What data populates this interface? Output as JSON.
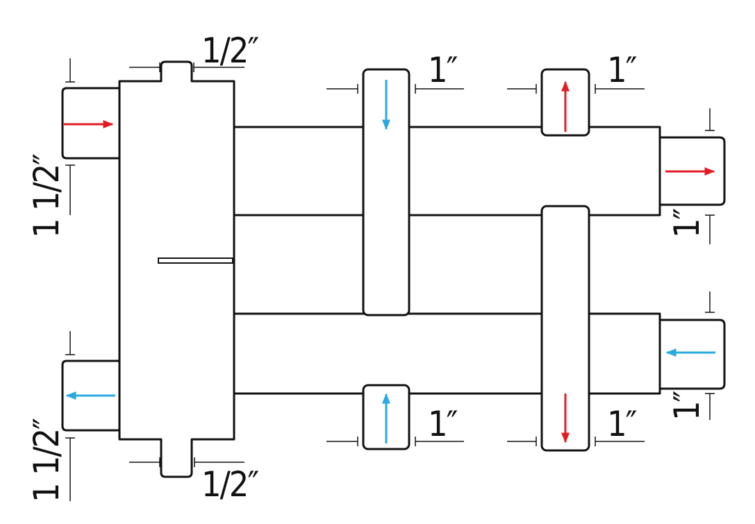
{
  "diagram": {
    "labels": {
      "top_left_small_port": "1/2″",
      "bottom_left_small_port": "1/2″",
      "left_upper_inlet": "1 1/2″",
      "left_lower_outlet": "1 1/2″",
      "branch_1_top": "1″",
      "branch_2_top": "1″",
      "branch_1_bottom": "1″",
      "branch_2_bottom": "1″",
      "right_upper_outlet": "1″",
      "right_lower_inlet": "1″"
    },
    "colors": {
      "hot_flow": "#e41b23",
      "cold_flow": "#29a9e0",
      "outline": "#111111",
      "background": "#ffffff"
    },
    "flow_arrows": [
      {
        "name": "left-upper-inlet-arrow",
        "direction": "right",
        "color": "hot"
      },
      {
        "name": "left-lower-outlet-arrow",
        "direction": "left",
        "color": "cold"
      },
      {
        "name": "branch-1-top-arrow",
        "direction": "down",
        "color": "cold"
      },
      {
        "name": "branch-2-top-arrow",
        "direction": "up",
        "color": "hot"
      },
      {
        "name": "branch-1-bottom-arrow",
        "direction": "up",
        "color": "cold"
      },
      {
        "name": "branch-2-bottom-arrow",
        "direction": "down",
        "color": "hot"
      },
      {
        "name": "right-upper-outlet-arrow",
        "direction": "right",
        "color": "hot"
      },
      {
        "name": "right-lower-inlet-arrow",
        "direction": "left",
        "color": "cold"
      }
    ]
  }
}
